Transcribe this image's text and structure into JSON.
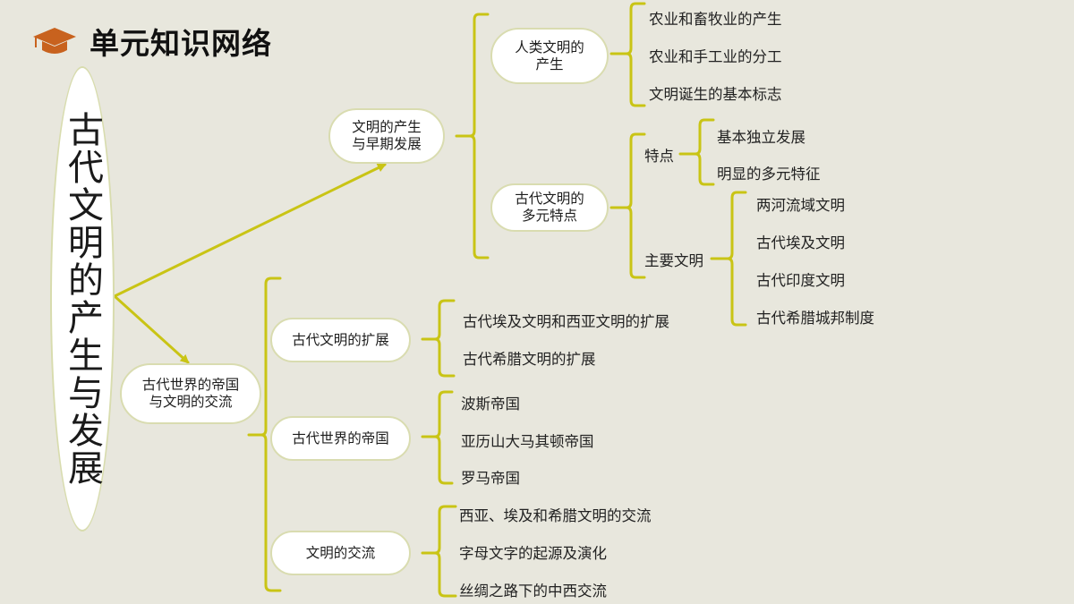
{
  "header": {
    "icon": "graduation-cap-icon",
    "title": "单元知识网络"
  },
  "colors": {
    "background": "#e8e7dd",
    "connector": "#c9c415",
    "node_border": "#d9dcb0",
    "icon": "#c8621e"
  },
  "root": {
    "label": "古代文明的产生与发展"
  },
  "branches": [
    {
      "label": "文明的产生\n与早期发展",
      "children": [
        {
          "label": "人类文明的\n产生",
          "items": [
            "农业和畜牧业的产生",
            "农业和手工业的分工",
            "文明诞生的基本标志"
          ]
        },
        {
          "label": "古代文明的\n多元特点",
          "groups": [
            {
              "label": "特点",
              "items": [
                "基本独立发展",
                "明显的多元特征"
              ]
            },
            {
              "label": "主要文明",
              "items": [
                "两河流域文明",
                "古代埃及文明",
                "古代印度文明",
                "古代希腊城邦制度"
              ]
            }
          ]
        }
      ]
    },
    {
      "label": "古代世界的帝国\n与文明的交流",
      "children": [
        {
          "label": "古代文明的扩展",
          "items": [
            "古代埃及文明和西亚文明的扩展",
            "古代希腊文明的扩展"
          ]
        },
        {
          "label": "古代世界的帝国",
          "items": [
            "波斯帝国",
            "亚历山大马其顿帝国",
            "罗马帝国"
          ]
        },
        {
          "label": "文明的交流",
          "items": [
            "西亚、埃及和希腊文明的交流",
            "字母文字的起源及演化",
            "丝绸之路下的中西交流"
          ]
        }
      ]
    }
  ]
}
